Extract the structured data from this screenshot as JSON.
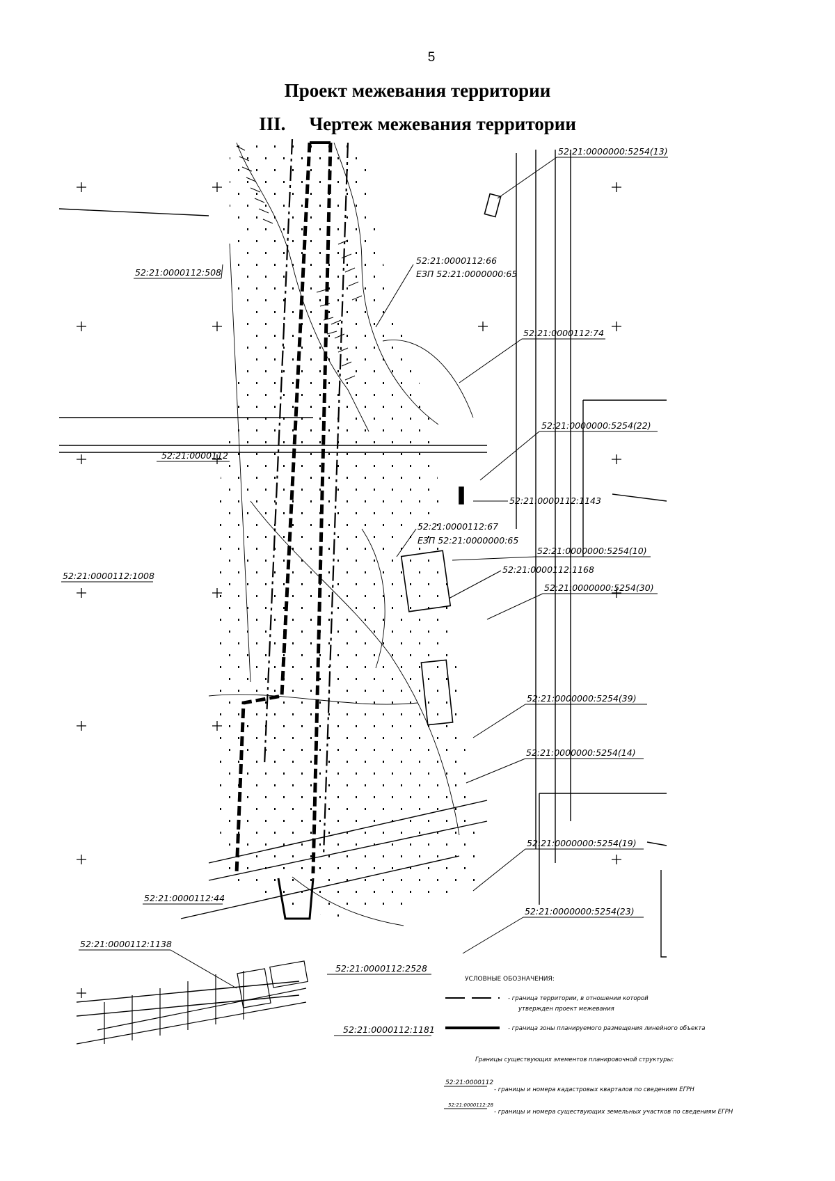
{
  "page_number": "5",
  "title": "Проект межевания территории",
  "subtitle_number": "III.",
  "subtitle": "Чертеж межевания территории",
  "map_labels": [
    "52:21:0000000:5254(13)",
    "52:21:0000112:508",
    "52:21:0000112:66",
    "ЕЗП 52:21:0000000:65",
    "52:21:0000112:74",
    "52:21:0000000:5254(22)",
    "52:21:0000112",
    "52:21:0000112:1143",
    "52:21:0000112:67",
    "ЕЗП 52:21:0000000:65",
    "52:21:0000000:5254(10)",
    "52:21:0000112:1168",
    "52:21:0000112:1008",
    "52:21:0000000:5254(30)",
    "52:21:0000000:5254(39)",
    "52:21:0000000:5254(14)",
    "52:21:0000000:5254(19)",
    "52:21:0000112:44",
    "52:21:0000000:5254(23)",
    "52:21:0000112:1138",
    "52:21:0000112:2528",
    "52:21:0000112:1181"
  ],
  "legend": {
    "heading": "УСЛОВНЫЕ ОБОЗНАЧЕНИЯ:",
    "item1_line1": "- граница территории, в отношении которой",
    "item1_line2": "утвержден проект межевания",
    "item2": "- граница зоны планируемого размещения линейного объекта",
    "subheading": "Границы существующих элементов планировочной структуры:",
    "item3_sample": "52:21:0000112",
    "item3": "- границы и номера кадастровых кварталов по сведениям ЕГРН",
    "item4_sample": "52:21:0000112:28",
    "item4": "- границы и номера существующих земельных участков по сведениям ЕГРН"
  }
}
